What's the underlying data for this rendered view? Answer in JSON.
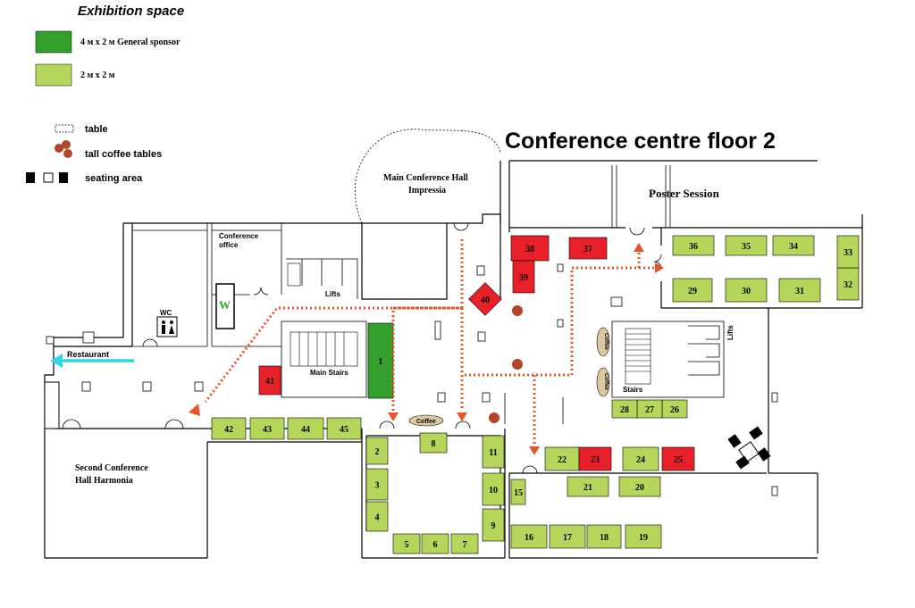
{
  "legend": {
    "title": "Exhibition space",
    "items": [
      {
        "label": "4 м х 2 м General sponsor",
        "color": "#33a02c"
      },
      {
        "label": "2 м х 2 м",
        "color": "#b5d65b"
      }
    ],
    "symbols": [
      {
        "label": "table",
        "icon": "dotted-rectangle-icon"
      },
      {
        "label": "tall coffee tables",
        "icon": "coffee-tables-icon"
      },
      {
        "label": "seating area",
        "icon": "seating-area-icon"
      }
    ]
  },
  "map": {
    "title": "Conference centre floor 2",
    "rooms": {
      "main_hall": "Main Conference Hall",
      "main_hall_sub": "Impressia",
      "poster": "Poster Session",
      "conference_office_1": "Conference",
      "conference_office_2": "office",
      "lifts_left": "Lifts",
      "lifts_right": "Lifts",
      "main_stairs": "Main Stairs",
      "stairs": "Stairs",
      "restaurant": "Restaurant",
      "second_hall_1": "Second Conference",
      "second_hall_2": "Hall Harmonia",
      "wc": "WC",
      "w": "W",
      "coffee_center": "Coffee",
      "coffee_right_1": "Coffee",
      "coffee_right_2": "Coffee"
    },
    "colors": {
      "sponsor": "#33a02c",
      "booth": "#b5d65b",
      "reserved": "#e8202a",
      "coffee_table": "#b5452a",
      "route": "#e8542a",
      "restaurant_arrow": "#33d6e0"
    },
    "booths": [
      {
        "id": "1",
        "type": "sponsor"
      },
      {
        "id": "2",
        "type": "booth"
      },
      {
        "id": "3",
        "type": "booth"
      },
      {
        "id": "4",
        "type": "booth"
      },
      {
        "id": "5",
        "type": "booth"
      },
      {
        "id": "6",
        "type": "booth"
      },
      {
        "id": "7",
        "type": "booth"
      },
      {
        "id": "8",
        "type": "booth"
      },
      {
        "id": "9",
        "type": "booth"
      },
      {
        "id": "10",
        "type": "booth"
      },
      {
        "id": "11",
        "type": "booth"
      },
      {
        "id": "15",
        "type": "booth"
      },
      {
        "id": "16",
        "type": "booth"
      },
      {
        "id": "17",
        "type": "booth"
      },
      {
        "id": "18",
        "type": "booth"
      },
      {
        "id": "19",
        "type": "booth"
      },
      {
        "id": "20",
        "type": "booth"
      },
      {
        "id": "21",
        "type": "booth"
      },
      {
        "id": "22",
        "type": "booth"
      },
      {
        "id": "23",
        "type": "reserved"
      },
      {
        "id": "24",
        "type": "booth"
      },
      {
        "id": "25",
        "type": "reserved"
      },
      {
        "id": "26",
        "type": "booth"
      },
      {
        "id": "27",
        "type": "booth"
      },
      {
        "id": "28",
        "type": "booth"
      },
      {
        "id": "29",
        "type": "booth"
      },
      {
        "id": "30",
        "type": "booth"
      },
      {
        "id": "31",
        "type": "booth"
      },
      {
        "id": "32",
        "type": "booth"
      },
      {
        "id": "33",
        "type": "booth"
      },
      {
        "id": "34",
        "type": "booth"
      },
      {
        "id": "35",
        "type": "booth"
      },
      {
        "id": "36",
        "type": "booth"
      },
      {
        "id": "37",
        "type": "reserved"
      },
      {
        "id": "38",
        "type": "reserved"
      },
      {
        "id": "39",
        "type": "reserved"
      },
      {
        "id": "40",
        "type": "reserved"
      },
      {
        "id": "41",
        "type": "reserved"
      },
      {
        "id": "42",
        "type": "booth"
      },
      {
        "id": "43",
        "type": "booth"
      },
      {
        "id": "44",
        "type": "booth"
      },
      {
        "id": "45",
        "type": "booth"
      }
    ]
  }
}
